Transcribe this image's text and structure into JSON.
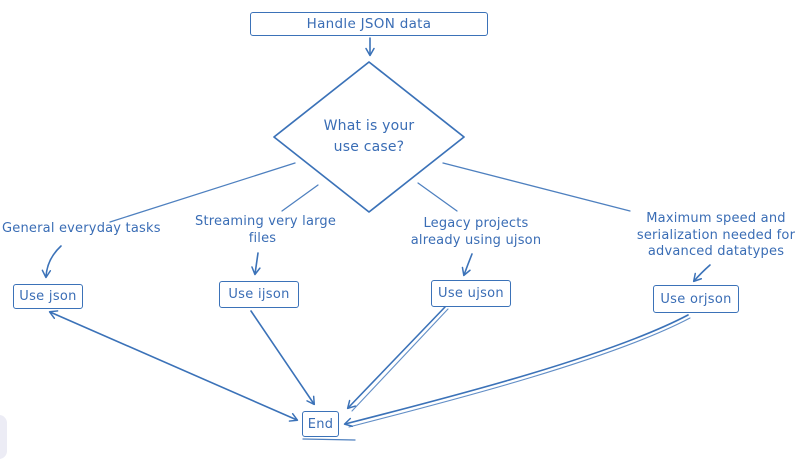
{
  "canvas": {
    "stroke_color": "#3b72b8",
    "text_color": "#3a6db5",
    "box_fill": "#ffffff",
    "corner_shape_color": "#ececf5"
  },
  "flowchart": {
    "start": {
      "label": "Handle JSON data"
    },
    "decision": {
      "lines": [
        "What is your",
        "use case?"
      ]
    },
    "branches": [
      {
        "condition_lines": [
          "General everyday tasks"
        ],
        "action": "Use json"
      },
      {
        "condition_lines": [
          "Streaming very large",
          "files"
        ],
        "action": "Use ijson"
      },
      {
        "condition_lines": [
          "Legacy projects",
          "already using ujson"
        ],
        "action": "Use ujson"
      },
      {
        "condition_lines": [
          "Maximum speed and",
          "serialization needed for",
          "advanced datatypes"
        ],
        "action": "Use orjson"
      }
    ],
    "end": {
      "label": "End"
    }
  }
}
